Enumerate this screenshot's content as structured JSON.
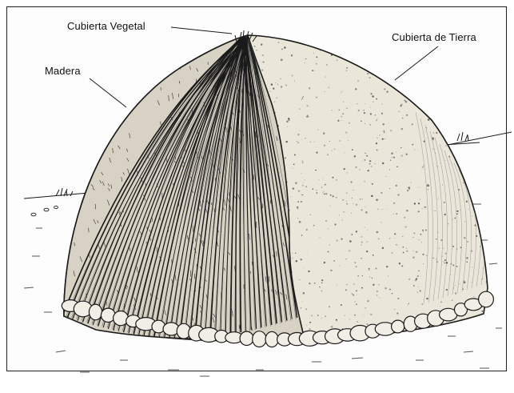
{
  "labels": {
    "vegetal": "Cubierta Vegetal",
    "madera": "Madera",
    "tierra": "Cubierta de Tierra"
  },
  "colors": {
    "ink": "#1a1a1a",
    "earth": "#ebe6da",
    "wood": "#d8d2c4",
    "stone": "#f1eee6"
  }
}
